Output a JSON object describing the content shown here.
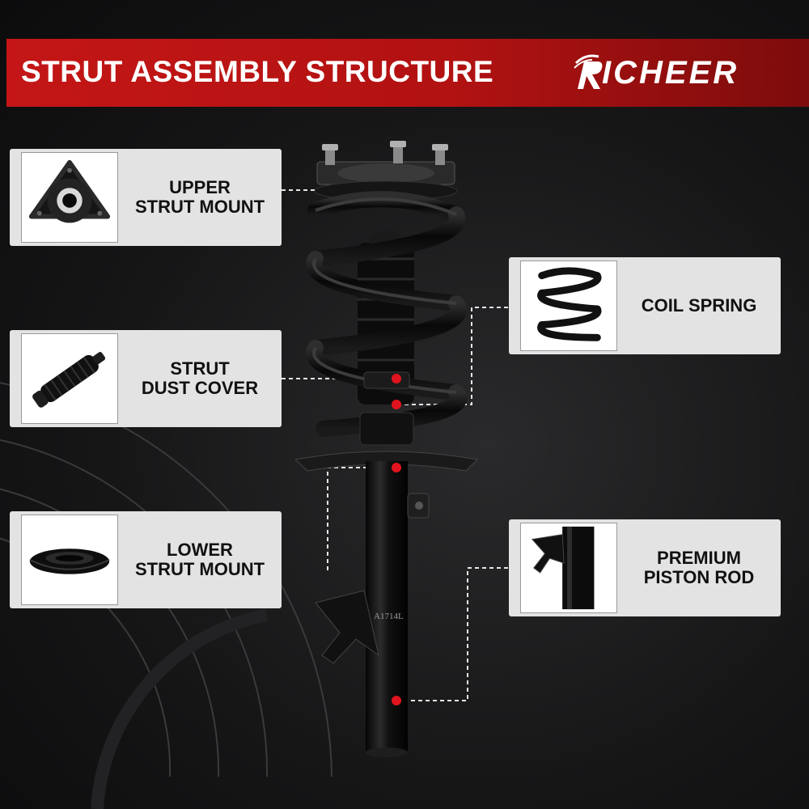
{
  "banner": {
    "title": "STRUT ASSEMBLY STRUCTURE",
    "brand": "ICHEER",
    "brand_mark_letter": "R"
  },
  "parts": {
    "upper_mount": {
      "line1": "UPPER",
      "line2": "STRUT MOUNT"
    },
    "dust_cover": {
      "line1": "STRUT",
      "line2": "DUST COVER"
    },
    "lower_mount": {
      "line1": "LOWER",
      "line2": "STRUT MOUNT"
    },
    "coil_spring": {
      "line1": "COIL SPRING"
    },
    "piston_rod": {
      "line1": "PREMIUM",
      "line2": "PISTON ROD"
    }
  },
  "strut_part_number": "A1714L",
  "colors": {
    "banner_red": "#c41616",
    "card_bg": "#e3e3e3",
    "marker_red": "#e0141e",
    "connector": "#e6e6e6"
  }
}
